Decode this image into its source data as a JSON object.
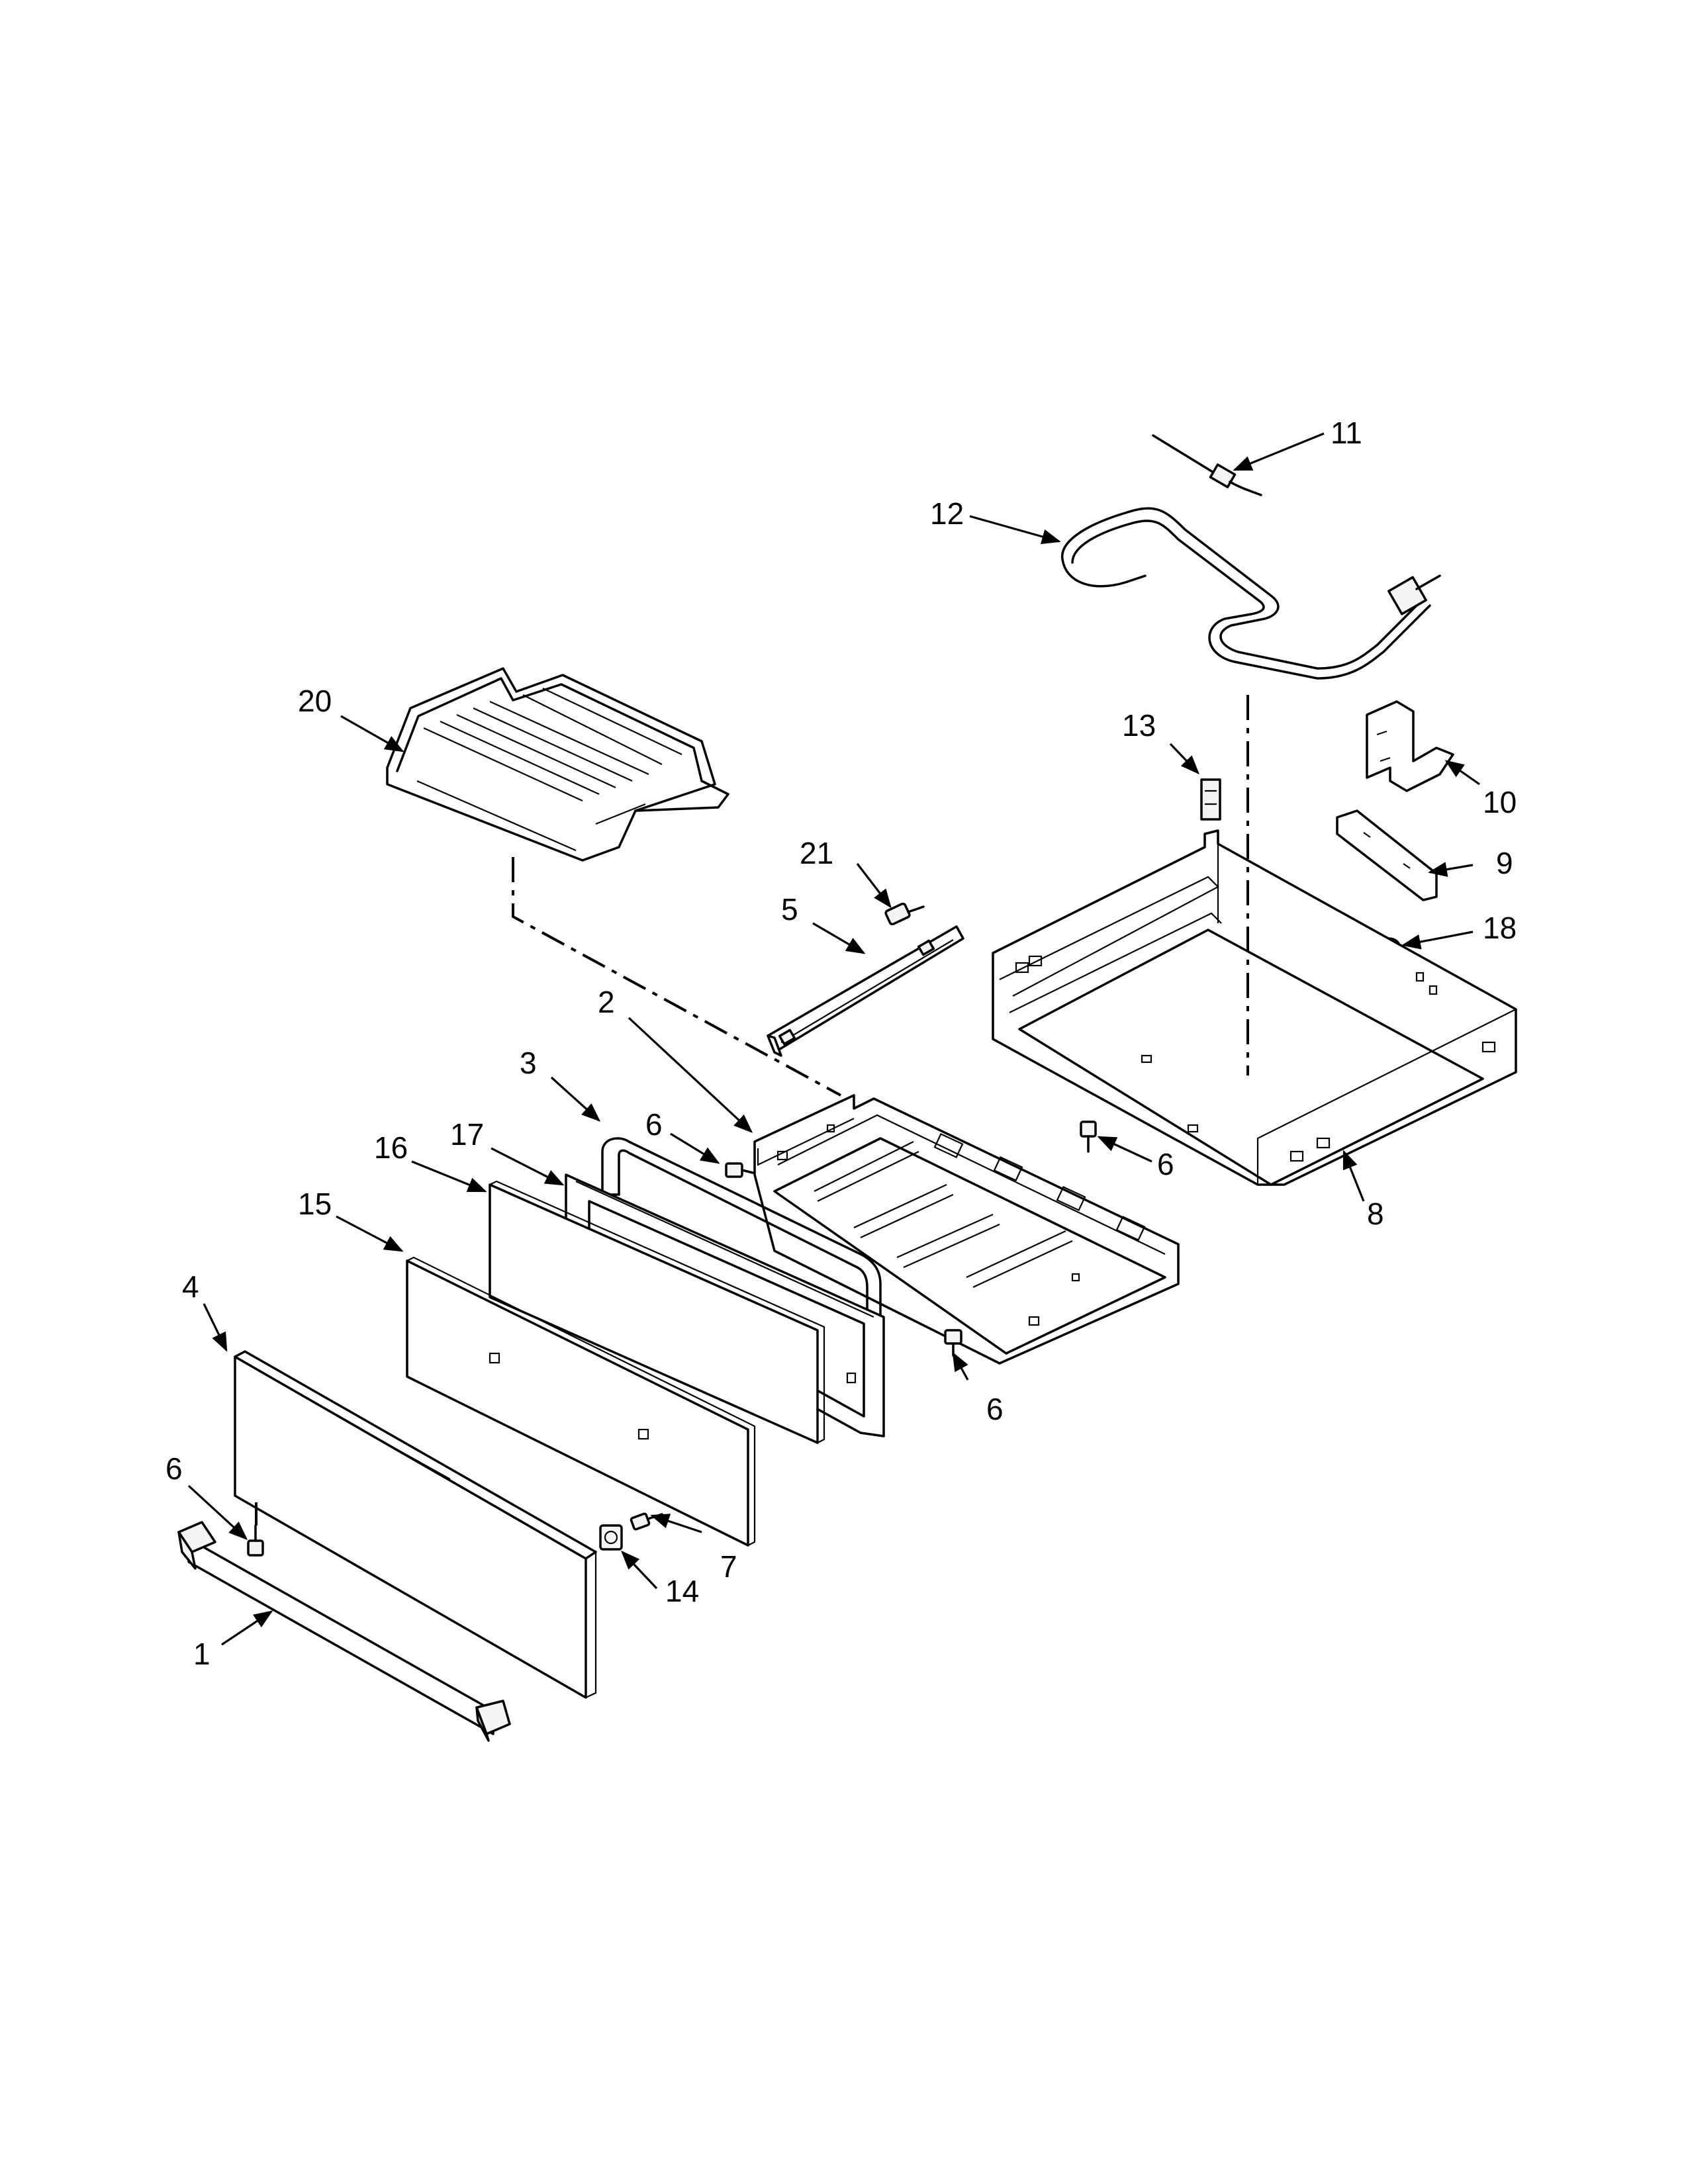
{
  "diagram": {
    "callouts": [
      {
        "id": "c1",
        "label": "1"
      },
      {
        "id": "c2",
        "label": "2"
      },
      {
        "id": "c3",
        "label": "3"
      },
      {
        "id": "c4",
        "label": "4"
      },
      {
        "id": "c5",
        "label": "5"
      },
      {
        "id": "c6a",
        "label": "6"
      },
      {
        "id": "c6b",
        "label": "6"
      },
      {
        "id": "c6c",
        "label": "6"
      },
      {
        "id": "c6d",
        "label": "6"
      },
      {
        "id": "c7",
        "label": "7"
      },
      {
        "id": "c8",
        "label": "8"
      },
      {
        "id": "c9",
        "label": "9"
      },
      {
        "id": "c10",
        "label": "10"
      },
      {
        "id": "c11",
        "label": "11"
      },
      {
        "id": "c12",
        "label": "12"
      },
      {
        "id": "c13",
        "label": "13"
      },
      {
        "id": "c14",
        "label": "14"
      },
      {
        "id": "c15",
        "label": "15"
      },
      {
        "id": "c16",
        "label": "16"
      },
      {
        "id": "c17",
        "label": "17"
      },
      {
        "id": "c18",
        "label": "18"
      },
      {
        "id": "c20",
        "label": "20"
      },
      {
        "id": "c21",
        "label": "21"
      }
    ]
  }
}
